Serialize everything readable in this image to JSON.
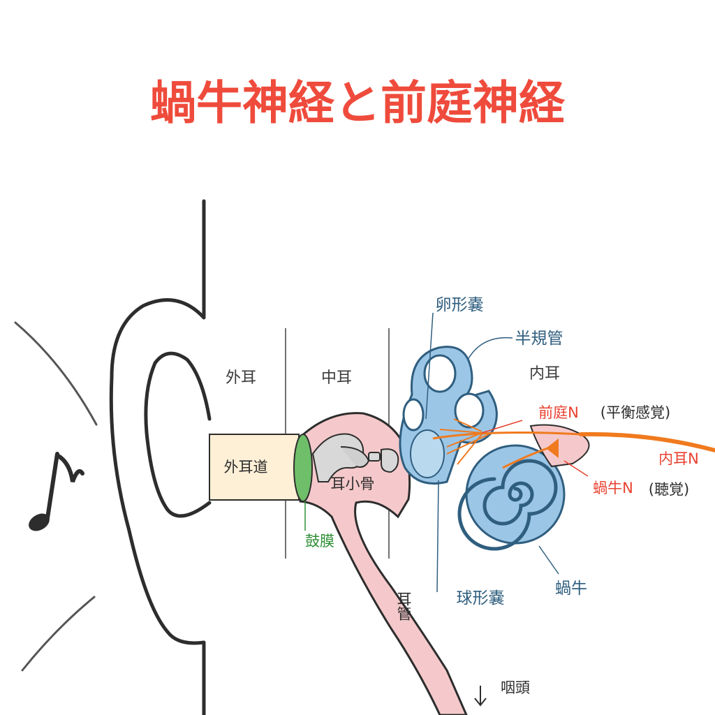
{
  "title": "蝸牛神経と前庭神経",
  "regions": {
    "outer_ear": "外耳",
    "middle_ear": "中耳",
    "inner_ear": "内耳"
  },
  "labels": {
    "ear_canal": "外耳道",
    "eardrum": "鼓膜",
    "ossicles": "耳小骨",
    "eustachian_tube": "耳管",
    "pharynx": "咽頭",
    "utricle": "卵形嚢",
    "semicircular_canals": "半規管",
    "saccule": "球形嚢",
    "cochlea": "蝸牛",
    "vestibular_nerve": "前庭N",
    "vestibular_function": "(平衡感覚)",
    "cochlear_nerve": "蝸牛N",
    "cochlear_function": "(聴覚)",
    "inner_ear_nerve": "内耳N"
  },
  "colors": {
    "title": "#ef4b3c",
    "nerve": "#f07a1e",
    "inner_ear_fill": "#9cc6e6",
    "inner_ear_stroke": "#2f5e7f",
    "middle_ear_fill": "#f5c9cb",
    "ear_canal_fill": "#fdf0d6",
    "eardrum_fill": "#6fbf6a",
    "ossicle_fill": "#d8d8d8"
  },
  "icons": [
    "music-note-icon",
    "down-arrow-icon"
  ]
}
